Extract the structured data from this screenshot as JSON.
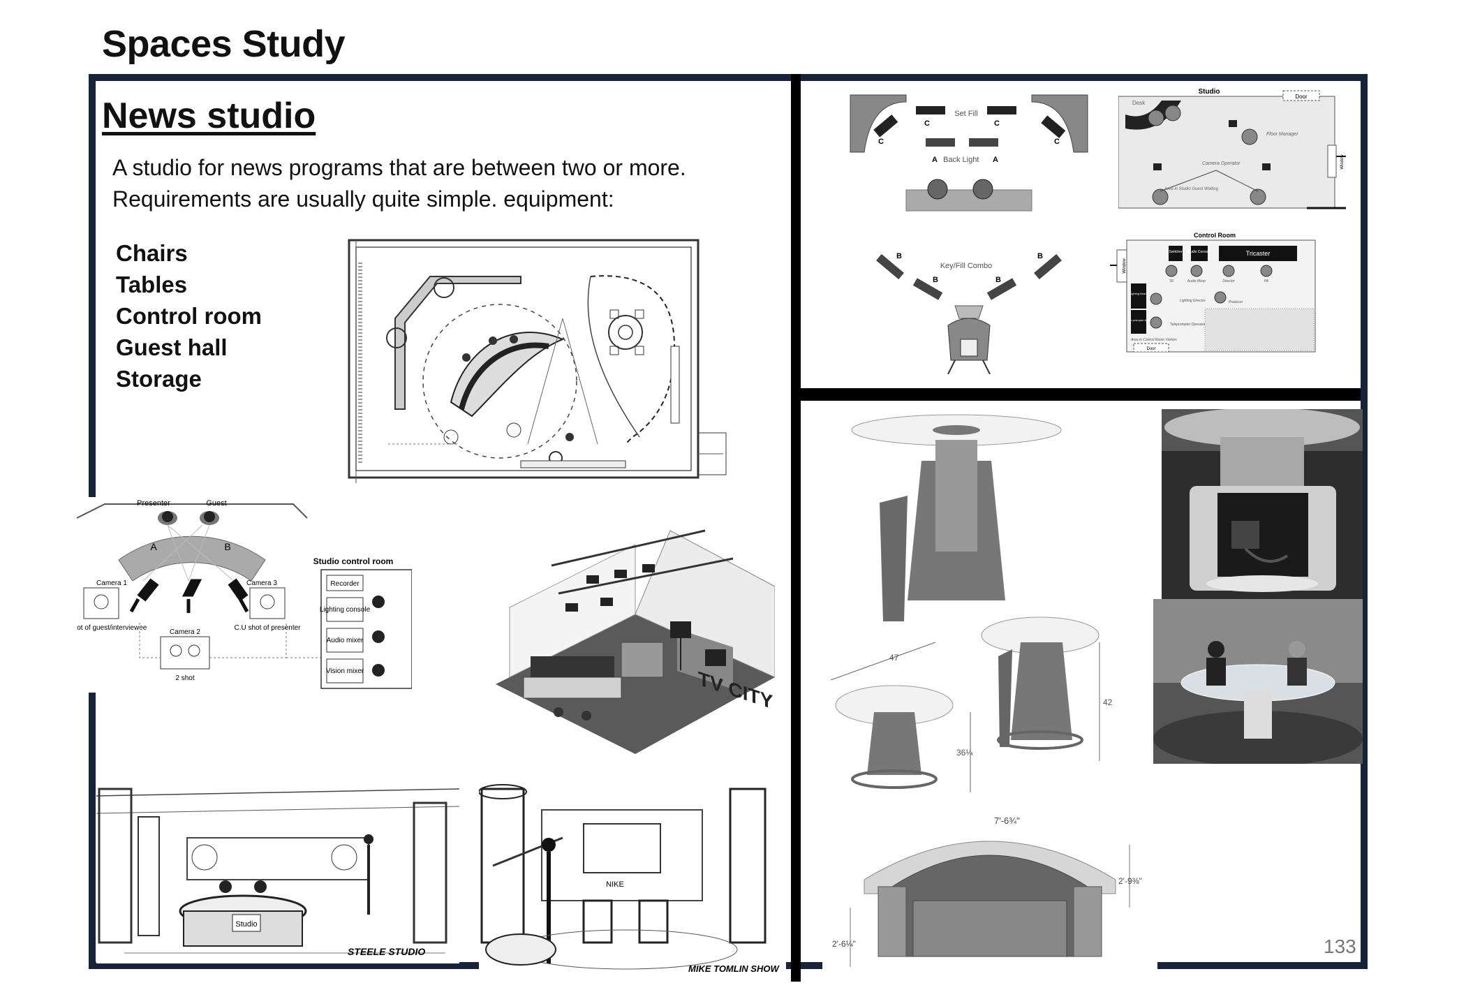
{
  "page": {
    "heading": "Spaces Study",
    "page_number": "133"
  },
  "section": {
    "title": "News studio",
    "intro": "A studio for news programs that are between two or more. Requirements are usually quite simple. equipment:",
    "equipment": [
      "Chairs",
      "Tables",
      "Control room",
      "Guest hall",
      "Storage"
    ]
  },
  "lighting_diagram": {
    "set_fill": "Set Fill",
    "back_light": "Back Light",
    "key_fill": "Key/Fill Combo",
    "marks": [
      "A",
      "B",
      "C"
    ]
  },
  "studio_plan": {
    "title": "Studio",
    "door": "Door",
    "floor_manager": "Floor Manager",
    "camera_operator": "Camera Operator",
    "area_label": "Area in Studio Guest Waiting",
    "window": "Window",
    "desk": "Desk"
  },
  "control_room": {
    "title": "Control Room",
    "switcher": "Switcher",
    "audio_console": "Audio Console",
    "tricaster": "Tricaster",
    "lighting_board": "Lighting Board",
    "teleprompter": "Tele-prompter Area",
    "window": "Window",
    "roles": [
      "TD",
      "Audio Mixer",
      "Director",
      "PA",
      "Lighting Director",
      "Producer",
      "Teleprompter Operator"
    ],
    "guest_area": "Area in Control Room Visitors",
    "door": "Door"
  },
  "camera_diagram": {
    "presenter": "Presenter",
    "guest": "Guest",
    "camera1": "Camera 1",
    "camera2": "Camera 2",
    "camera3": "Camera 3",
    "cu_guest": "C.U shot of guest/interviewee",
    "cu_presenter": "C.U shot of presenter",
    "two_shot": "2 shot",
    "zone_a": "A",
    "zone_b": "B",
    "control_room_title": "Studio control room",
    "devices": [
      "Recorder",
      "Lighting console",
      "Audio mixer",
      "Vision mixer"
    ]
  },
  "iso_sign": "TV CITY",
  "desk_dimensions": {
    "width": "47",
    "height_low": "36¼",
    "height_high": "42",
    "arc_width": "7'-6¾\"",
    "depth": "2'-9⅜\"",
    "end_depth": "2'-6¼\""
  },
  "sketch_captions": {
    "left": "STEELE STUDIO",
    "right": "MIKE TOMLIN SHOW",
    "desk_logo": "Studio",
    "sign": "NIKE"
  },
  "colors": {
    "frame": "#17233b",
    "divider": "#000000",
    "text": "#111111"
  }
}
